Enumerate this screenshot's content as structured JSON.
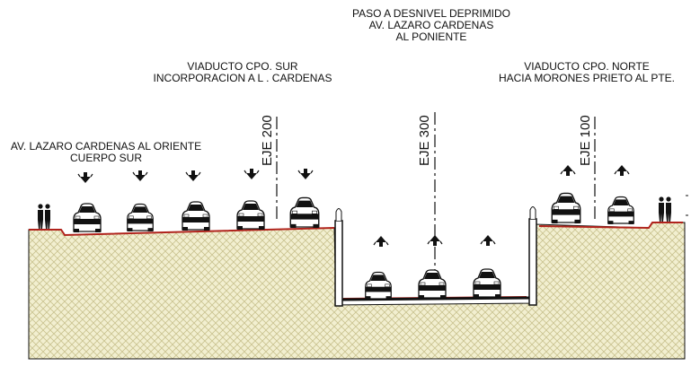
{
  "labels": {
    "paso_desnivel": [
      "PASO A DESNIVEL DEPRIMIDO",
      "AV. LAZARO CARDENAS",
      "AL PONIENTE"
    ],
    "viaducto_sur": [
      "VIADUCTO CPO. SUR",
      "INCORPORACION A L . CARDENAS"
    ],
    "viaducto_norte": [
      "VIADUCTO CPO. NORTE",
      "HACIA MORONES PRIETO AL PTE."
    ],
    "lazaro_oriente": [
      "AV. LAZARO CARDENAS AL ORIENTE",
      "CUERPO SUR"
    ]
  },
  "axes": {
    "eje_200": "EJE 200",
    "eje_300": "EJE 300",
    "eje_100": "EJE 100"
  },
  "colors": {
    "soil_fill": "#f2efd0",
    "soil_hatch": "#c9c28f",
    "road_red": "#b0231c",
    "line": "#111111"
  },
  "icons": {
    "arrow_down": "traffic-arrow-down-icon",
    "arrow_up": "traffic-arrow-up-icon",
    "car": "car-front-icon",
    "pedestrian": "pedestrian-pair-icon"
  }
}
